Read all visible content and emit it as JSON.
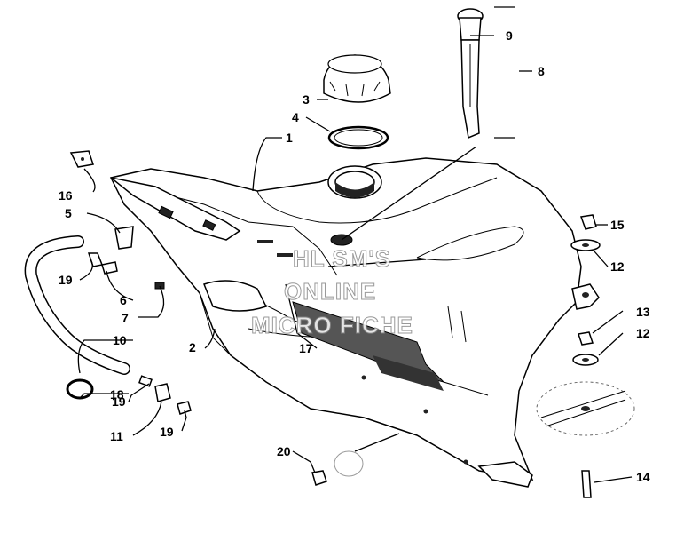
{
  "callouts": [
    {
      "id": "c1",
      "label": "1"
    },
    {
      "id": "c2",
      "label": "2"
    },
    {
      "id": "c3",
      "label": "3"
    },
    {
      "id": "c4",
      "label": "4"
    },
    {
      "id": "c5",
      "label": "5"
    },
    {
      "id": "c6",
      "label": "6"
    },
    {
      "id": "c7",
      "label": "7"
    },
    {
      "id": "c8",
      "label": "8"
    },
    {
      "id": "c9",
      "label": "9"
    },
    {
      "id": "c10",
      "label": "10"
    },
    {
      "id": "c11",
      "label": "11"
    },
    {
      "id": "c12a",
      "label": "12"
    },
    {
      "id": "c12b",
      "label": "12"
    },
    {
      "id": "c13",
      "label": "13"
    },
    {
      "id": "c14",
      "label": "14"
    },
    {
      "id": "c15",
      "label": "15"
    },
    {
      "id": "c16",
      "label": "16"
    },
    {
      "id": "c17",
      "label": "17"
    },
    {
      "id": "c18",
      "label": "18"
    },
    {
      "id": "c19a",
      "label": "19"
    },
    {
      "id": "c19b",
      "label": "19"
    },
    {
      "id": "c19c",
      "label": "19"
    },
    {
      "id": "c20",
      "label": "20"
    }
  ],
  "watermark": {
    "line1": "HL SM'S",
    "line2": "ONLINE",
    "line3": "MICRO FICHE"
  }
}
